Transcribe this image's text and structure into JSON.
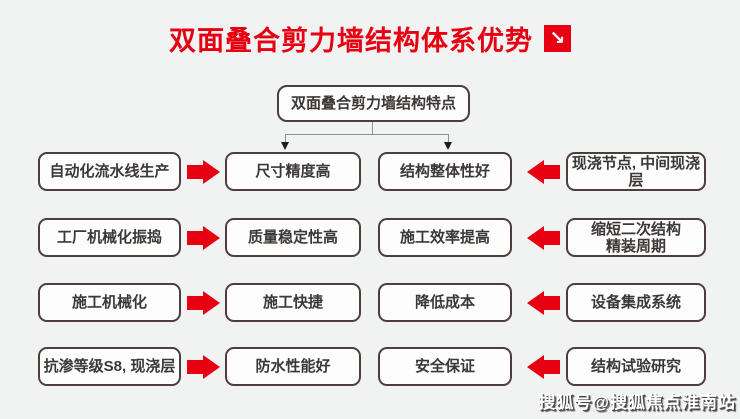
{
  "title": {
    "text": "双面叠合剪力墙结构体系优势",
    "icon_glyph": "↘"
  },
  "root": {
    "label": "双面叠合剪力墙结构特点"
  },
  "rows": [
    {
      "left_source": "自动化流水线生产",
      "left_feature": "尺寸精度高",
      "right_feature": "结构整体性好",
      "right_source": "现浇节点, 中间现浇层"
    },
    {
      "left_source": "工厂机械化振捣",
      "left_feature": "质量稳定性高",
      "right_feature": "施工效率提高",
      "right_source": "缩短二次结构\n精装周期"
    },
    {
      "left_source": "施工机械化",
      "left_feature": "施工快捷",
      "right_feature": "降低成本",
      "right_source": "设备集成系统"
    },
    {
      "left_source": "抗渗等级S8, 现浇层",
      "left_feature": "防水性能好",
      "right_feature": "安全保证",
      "right_source": "结构试验研究"
    }
  ],
  "watermark": "搜狐号@搜狐焦点淮南站",
  "colors": {
    "accent_red": "#e60012",
    "box_border": "#4d3e3a",
    "box_text": "#3c3836",
    "background": "#f1f2f2",
    "connector_line": "#8f8f8f"
  }
}
